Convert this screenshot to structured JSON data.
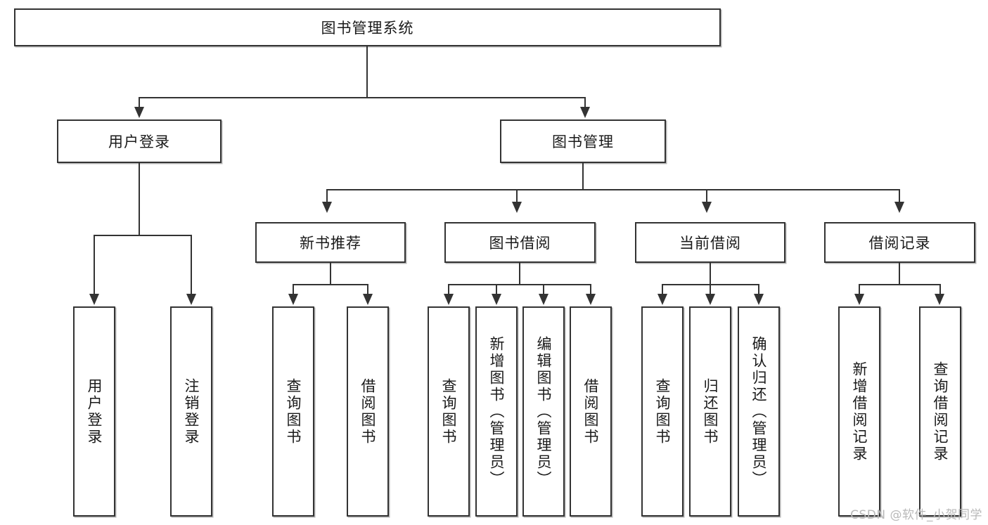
{
  "diagram": {
    "title": "图书管理系统",
    "type": "hierarchy-tree",
    "root": {
      "label": "图书管理系统"
    },
    "level2": [
      {
        "id": "user-login",
        "label": "用户登录"
      },
      {
        "id": "book-management",
        "label": "图书管理"
      }
    ],
    "level3": [
      {
        "id": "new-book-recommend",
        "label": "新书推荐"
      },
      {
        "id": "book-borrow",
        "label": "图书借阅"
      },
      {
        "id": "current-borrow",
        "label": "当前借阅"
      },
      {
        "id": "borrow-record",
        "label": "借阅记录"
      }
    ],
    "leaves": [
      {
        "id": "leaf-user-login",
        "parent": "user-login",
        "label": "用户登录"
      },
      {
        "id": "leaf-logout-login",
        "parent": "user-login",
        "label": "注销登录"
      },
      {
        "id": "leaf-query-book-1",
        "parent": "new-book-recommend",
        "label": "查询图书"
      },
      {
        "id": "leaf-borrow-book-1",
        "parent": "new-book-recommend",
        "label": "借阅图书"
      },
      {
        "id": "leaf-query-book-2",
        "parent": "book-borrow",
        "label": "查询图书"
      },
      {
        "id": "leaf-add-book",
        "parent": "book-borrow",
        "label": "新增图书（管理员）"
      },
      {
        "id": "leaf-edit-book",
        "parent": "book-borrow",
        "label": "编辑图书（管理员）"
      },
      {
        "id": "leaf-borrow-book-2",
        "parent": "book-borrow",
        "label": "借阅图书"
      },
      {
        "id": "leaf-query-book-3",
        "parent": "current-borrow",
        "label": "查询图书"
      },
      {
        "id": "leaf-return-book",
        "parent": "current-borrow",
        "label": "归还图书"
      },
      {
        "id": "leaf-confirm-return",
        "parent": "current-borrow",
        "label": "确认归还（管理员）"
      },
      {
        "id": "leaf-add-borrow-record",
        "parent": "borrow-record",
        "label": "新增借阅记录"
      },
      {
        "id": "leaf-query-borrow-record",
        "parent": "borrow-record",
        "label": "查询借阅记录"
      }
    ],
    "watermark": "CSDN @软件_小贺同学",
    "colors": {
      "stroke": "#333333",
      "fill": "#ffffff",
      "text": "#1a1a1a",
      "watermark": "#b9b9b9"
    }
  }
}
